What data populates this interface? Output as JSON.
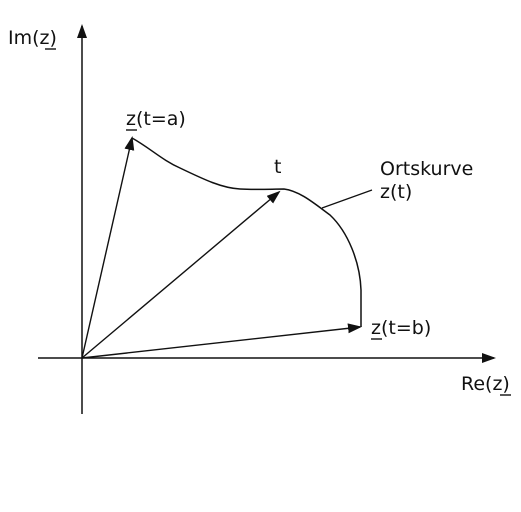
{
  "diagram": {
    "axis_y_label": "Im(z)",
    "axis_x_label": "Re(z)",
    "start_label": "z(t=a)",
    "end_label": "z(t=b)",
    "param_label": "t",
    "curve_title": "Ortskurve",
    "curve_name": "z(t)"
  },
  "colors": {
    "ink": "#111111",
    "background": "#ffffff"
  }
}
